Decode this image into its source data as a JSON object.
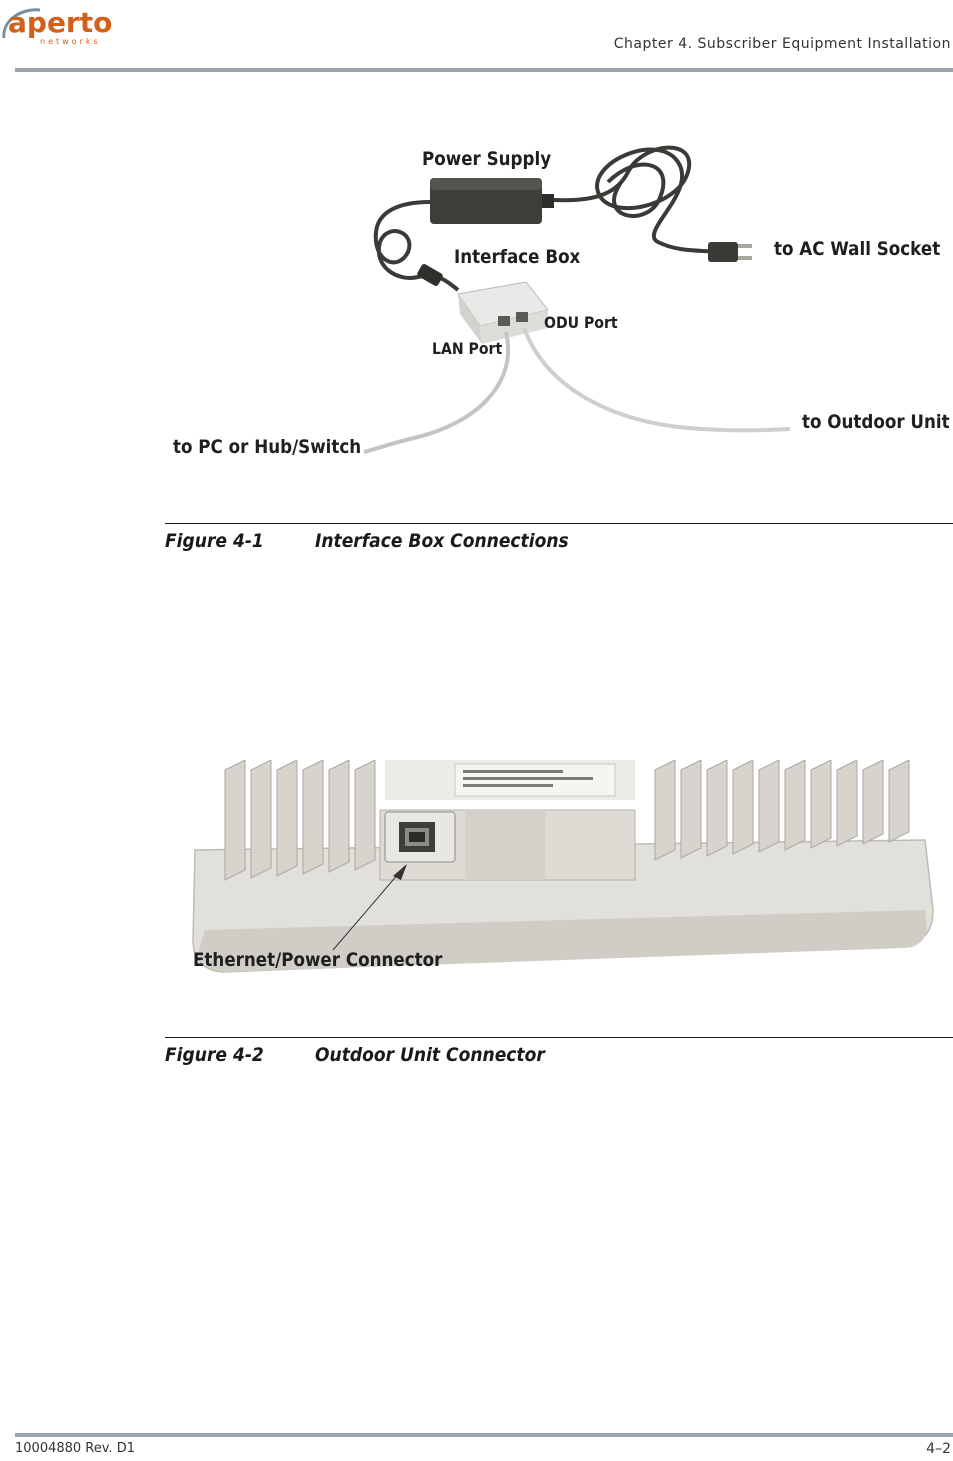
{
  "header": {
    "logo": {
      "word": "aperto",
      "sub": "networks"
    },
    "chapter_title": "Chapter 4.  Subscriber Equipment Installation"
  },
  "figure1": {
    "callouts": {
      "power_supply": "Power Supply",
      "interface_box": "Interface Box",
      "ac_wall_socket": "to AC Wall Socket",
      "odu_port": "ODU Port",
      "lan_port": "LAN Port",
      "outdoor_unit": "to Outdoor Unit",
      "pc_hub_switch": "to PC or Hub/Switch"
    },
    "caption": {
      "number": "Figure 4-1",
      "title": "Interface Box Connections"
    }
  },
  "figure2": {
    "callouts": {
      "ethernet_power_connector": "Ethernet/Power Connector"
    },
    "caption": {
      "number": "Figure 4-2",
      "title": "Outdoor Unit Connector"
    }
  },
  "footer": {
    "doc_number": "10004880 Rev. D1",
    "page_number": "4–2"
  },
  "colors": {
    "logo": "#d2601a",
    "header_rule": "#98a5ad",
    "text": "#1a1a1a"
  }
}
